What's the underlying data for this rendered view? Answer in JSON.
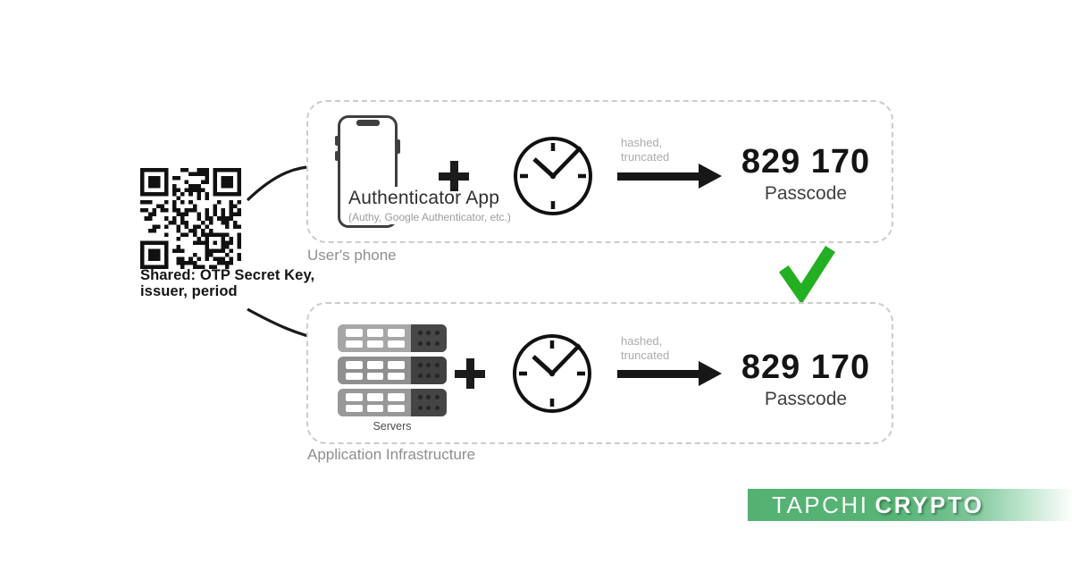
{
  "shared_secret": {
    "caption_line1": "Shared: OTP Secret Key,",
    "caption_line2": "issuer, period"
  },
  "user_phone_flow": {
    "box_label": "User's phone",
    "device_title": "Authenticator App",
    "device_subtitle": "(Authy, Google Authenticator, etc.)",
    "transform_line1": "hashed,",
    "transform_line2": "truncated",
    "passcode_value": "829 170",
    "passcode_label": "Passcode"
  },
  "server_flow": {
    "box_label": "Application Infrastructure",
    "device_title": "Servers",
    "transform_line1": "hashed,",
    "transform_line2": "truncated",
    "passcode_value": "829 170",
    "passcode_label": "Passcode"
  },
  "match_check": {
    "status": "passcodes match",
    "color": "#22b022"
  },
  "brand": {
    "name_light": "TAPCHI",
    "name_bold": "CRYPTO",
    "bar_gradient_start": "#54b171",
    "bar_gradient_end": "#ffffff"
  },
  "colors": {
    "ink": "#1a1a1a",
    "dashed_border": "#cccccc",
    "muted_label": "#8f8f8f",
    "note_gray": "#ababab"
  }
}
